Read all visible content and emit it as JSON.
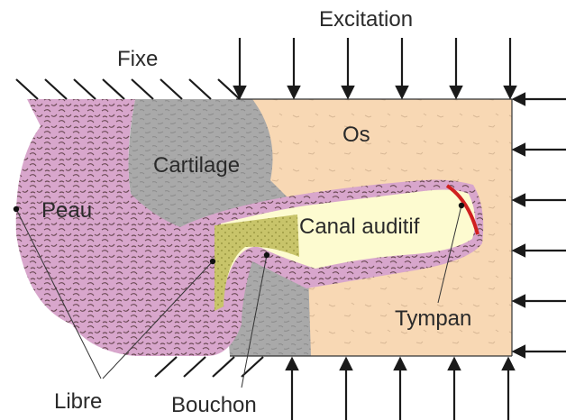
{
  "labels": {
    "excitation": "Excitation",
    "fixe": "Fixe",
    "os": "Os",
    "cartilage": "Cartilage",
    "peau": "Peau",
    "canal": "Canal auditif",
    "tympan": "Tympan",
    "libre": "Libre",
    "bouchon": "Bouchon"
  },
  "colors": {
    "os": "#f8d8b4",
    "cartilage": "#a9a9a9",
    "peau": "#d8a6cc",
    "canal": "#fdfbd0",
    "bouchon_plug": "#c8c46a",
    "tympan": "#d02020",
    "arrow": "#1a1a1a"
  }
}
